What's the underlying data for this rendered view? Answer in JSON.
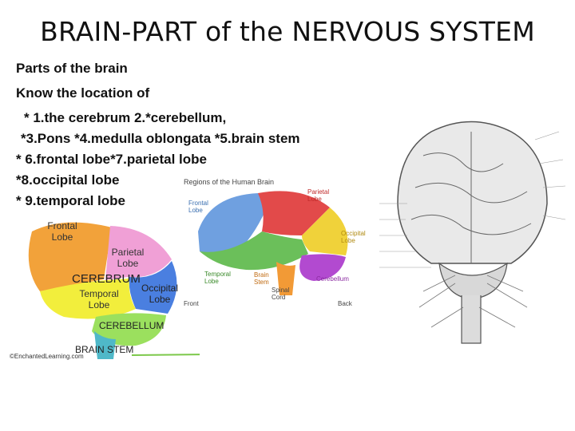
{
  "title": "BRAIN-PART of the NERVOUS SYSTEM",
  "lines": [
    "Parts of the brain",
    "Know the location of",
    "* 1.the cerebrum 2.*cerebellum,",
    "*3.Pons *4.medulla oblongata *5.brain stem",
    "* 6.frontal lobe*7.parietal lobe",
    "*8.occipital lobe",
    "* 9.temporal lobe"
  ],
  "left_diagram": {
    "frontal": "Frontal Lobe",
    "parietal": "Parietal Lobe",
    "cerebrum": "CEREBRUM",
    "occipital": "Occipital Lobe",
    "temporal": "Temporal Lobe",
    "cerebellum": "CEREBELLUM",
    "brainstem": "BRAIN STEM",
    "credit": "©EnchantedLearning.com",
    "colors": {
      "frontal": "#f2a23a",
      "parietal": "#f0a0d6",
      "occipital": "#4a7fe0",
      "temporal": "#f2ee3c",
      "cerebellum": "#9be05e",
      "stem": "#4fb8c8"
    }
  },
  "center_diagram": {
    "title": "Regions of the Human Brain",
    "frontal": "Frontal Lobe",
    "parietal": "Parietal Lobe",
    "occipital": "Occipital Lobe",
    "temporal": "Temporal Lobe",
    "stem": "Brain Stem",
    "cerebellum": "Cerebellum",
    "spinal": "Spinal Cord",
    "front": "Front",
    "back": "Back"
  }
}
